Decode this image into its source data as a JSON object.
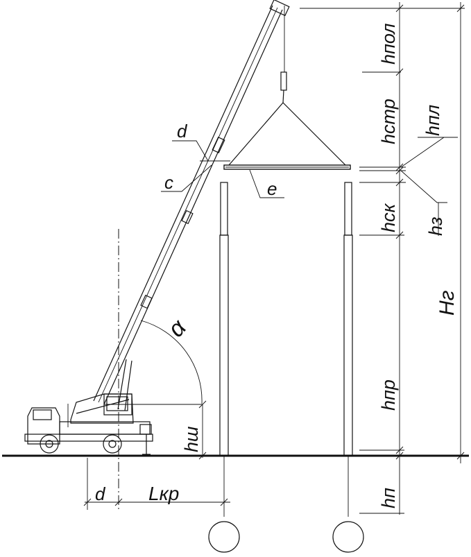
{
  "labels": {
    "h_pol": "hпол",
    "h_str": "hстр",
    "h_pl": "hпл",
    "h_sk": "hск",
    "h_z": "hз",
    "H_g": "Hг",
    "h_pr": "hпр",
    "h_p": "hп",
    "h_sh": "hш",
    "d_top": "d",
    "c": "c",
    "e": "e",
    "alpha": "α",
    "d_bottom": "d",
    "L_kr": "Lкр"
  }
}
